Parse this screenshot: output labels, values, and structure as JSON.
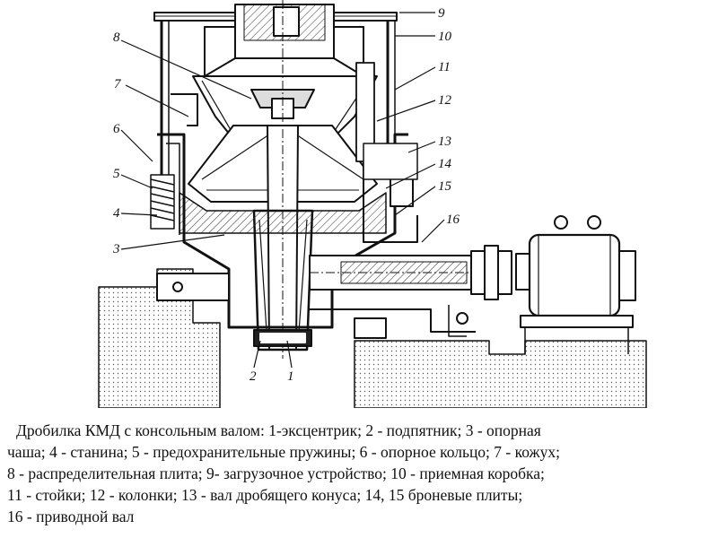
{
  "diagram": {
    "callouts": [
      "9",
      "10",
      "11",
      "12",
      "13",
      "14",
      "15",
      "16",
      "8",
      "7",
      "6",
      "5",
      "4",
      "3",
      "2",
      "1"
    ]
  },
  "caption": {
    "lines": [
      "Дробилка КМД с консольным валом: 1-эксцентрик; 2 - подпятник; 3 - опорная",
      "чаша; 4 - станина; 5 - предохранительные пружины; 6 - опорное кольцо; 7 - кожух;",
      "8 - распределительная плита; 9- загрузочное устройство; 10   - приемная коробка;",
      "11 - стойки; 12 -  колонки; 13 - вал дробящего конуса; 14, 15 броневые плиты;",
      "16 - приводной вал"
    ]
  }
}
